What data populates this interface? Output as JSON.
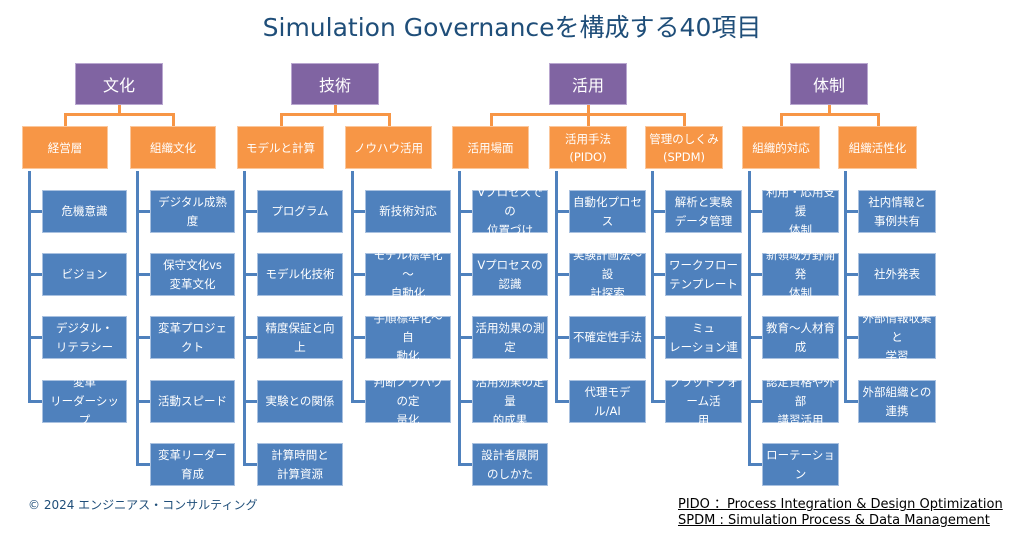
{
  "title": "Simulation Governanceを構成する40項目",
  "categories": [
    {
      "label": "文化",
      "subs": [
        {
          "label": "経営層",
          "items": [
            "危機意識",
            "ビジョン",
            "デジタル・\nリテラシー",
            "変革\nリーダーシップ"
          ]
        },
        {
          "label": "組織文化",
          "items": [
            "デジタル成熟度",
            "保守文化vs\n変革文化",
            "変革プロジェクト",
            "活動スピード",
            "変革リーダー育成"
          ]
        }
      ]
    },
    {
      "label": "技術",
      "subs": [
        {
          "label": "モデルと計算",
          "items": [
            "プログラム",
            "モデル化技術",
            "精度保証と向上",
            "実験との関係",
            "計算時間と\n計算資源"
          ]
        },
        {
          "label": "ノウハウ活用",
          "items": [
            "新技術対応",
            "モデル標準化～\n自動化",
            "手順標準化～自\n動化",
            "判断ノウハウの定\n量化"
          ]
        }
      ]
    },
    {
      "label": "活用",
      "subs": [
        {
          "label": "活用場面",
          "items": [
            "Vプロセスでの\n位置づけ",
            "Vプロセスの認識",
            "活用効果の測定",
            "活用効果の定量\n的成果",
            "設計者展開\nのしかた"
          ]
        },
        {
          "label": "活用手法\n(PIDO)",
          "items": [
            "自動化プロセス",
            "実験計画法～設\n計探索",
            "不確定性手法",
            "代理モデル/AI"
          ]
        },
        {
          "label": "管理のしくみ\n(SPDM)",
          "items": [
            "解析と実験\nデータ管理",
            "ワークフロー\nテンプレート",
            "要求管理とシミュ\nレーション連携",
            "プラットフォーム活\n用"
          ]
        }
      ]
    },
    {
      "label": "体制",
      "subs": [
        {
          "label": "組織的対応",
          "items": [
            "利用・応用支援\n体制",
            "新領域分野開発\n体制",
            "教育～人材育成",
            "認定資格や外部\n講習活用",
            "ローテーション"
          ]
        },
        {
          "label": "組織活性化",
          "items": [
            "社内情報と\n事例共有",
            "社外発表",
            "外部情報収集と\n学習",
            "外部組織との\n連携"
          ]
        }
      ]
    }
  ],
  "footer": {
    "copyright": "© 2024 エンジニアス・コンサルティング",
    "notes": [
      "PIDO ：Process Integration & Design Optimization",
      "SPDM : Simulation Process & Data Management"
    ]
  }
}
